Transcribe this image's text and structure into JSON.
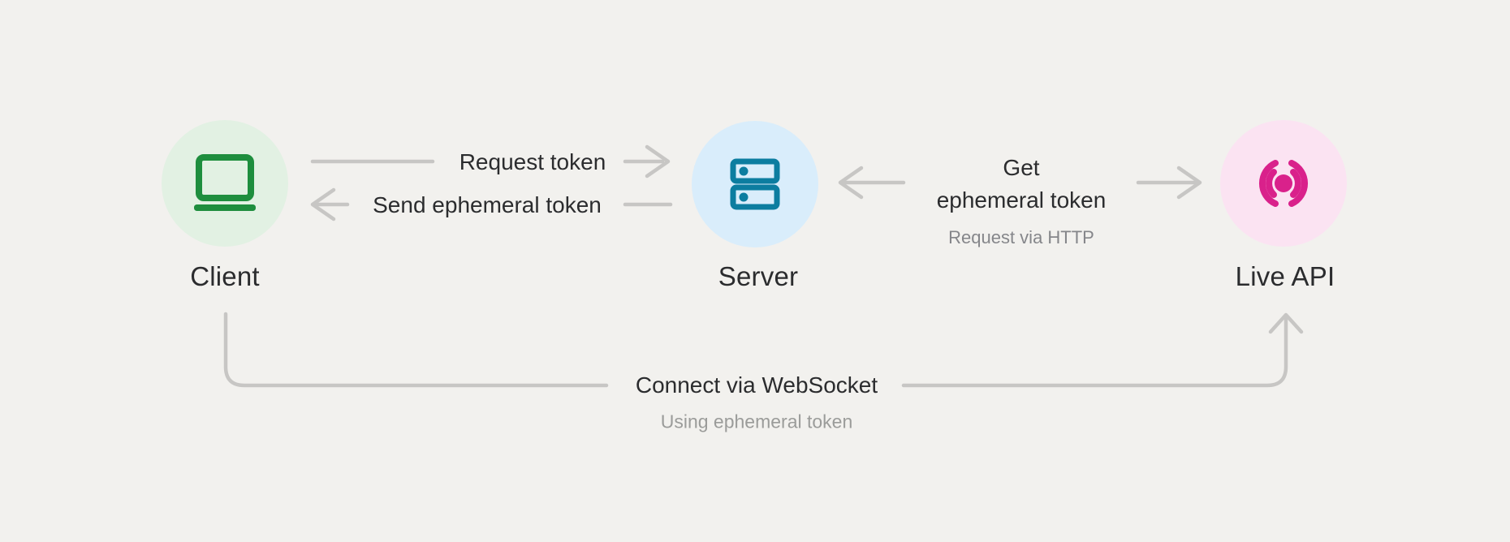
{
  "diagram": {
    "nodes": {
      "client": {
        "label": "Client",
        "icon": "laptop-icon"
      },
      "server": {
        "label": "Server",
        "icon": "server-icon"
      },
      "live_api": {
        "label": "Live API",
        "icon": "broadcast-icon"
      }
    },
    "edges": {
      "request_token": {
        "label": "Request token",
        "from": "client",
        "to": "server",
        "direction": "right"
      },
      "send_ephemeral_token": {
        "label": "Send ephemeral token",
        "from": "server",
        "to": "client",
        "direction": "left"
      },
      "get_ephemeral_token": {
        "label_line1": "Get",
        "label_line2": "ephemeral token",
        "sublabel": "Request via HTTP",
        "from": "server",
        "to": "live_api",
        "direction": "both-outward"
      },
      "connect_websocket": {
        "label": "Connect via WebSocket",
        "sublabel": "Using ephemeral token",
        "from": "client",
        "to": "live_api",
        "direction": "up-into-live-api"
      }
    },
    "colors": {
      "background": "#f2f1ee",
      "connector": "#c7c6c4",
      "client_circle": "#e2f1e3",
      "client_icon": "#1e8e3e",
      "server_circle": "#d9edfb",
      "server_icon": "#0c7da0",
      "live_api_circle": "#fbe3f2",
      "live_api_icon": "#d9218b",
      "primary_text": "#2b2c2e",
      "secondary_text": "#85868a"
    }
  }
}
